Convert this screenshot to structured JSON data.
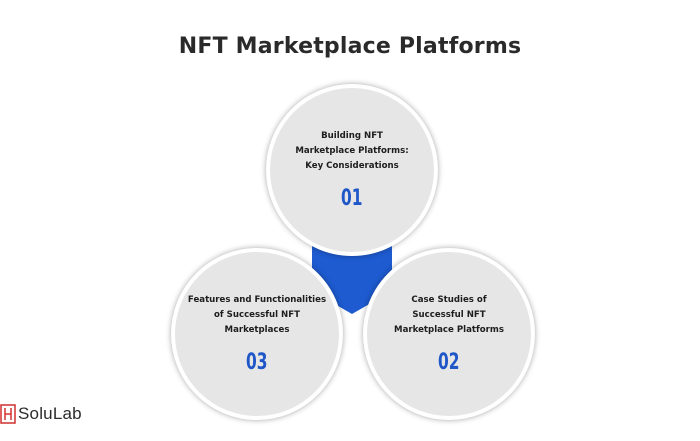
{
  "title": "NFT Marketplace Platforms",
  "colors": {
    "accent": "#1f56c8",
    "hexagon": "#1e5bd0",
    "circle_fill": "#e6e6e6",
    "title": "#2a2a2a",
    "logo_mark": "#d32f2f"
  },
  "items": [
    {
      "text": "Building NFT\nMarketplace Platforms:\nKey Considerations",
      "number": "01"
    },
    {
      "text": "Case Studies of\nSuccessful NFT\nMarketplace Platforms",
      "number": "02"
    },
    {
      "text": "Features and Functionalities\nof Successful NFT\nMarketplaces",
      "number": "03"
    }
  ],
  "logo": {
    "text": "SoluLab",
    "icon": "solulab-logo-icon"
  }
}
